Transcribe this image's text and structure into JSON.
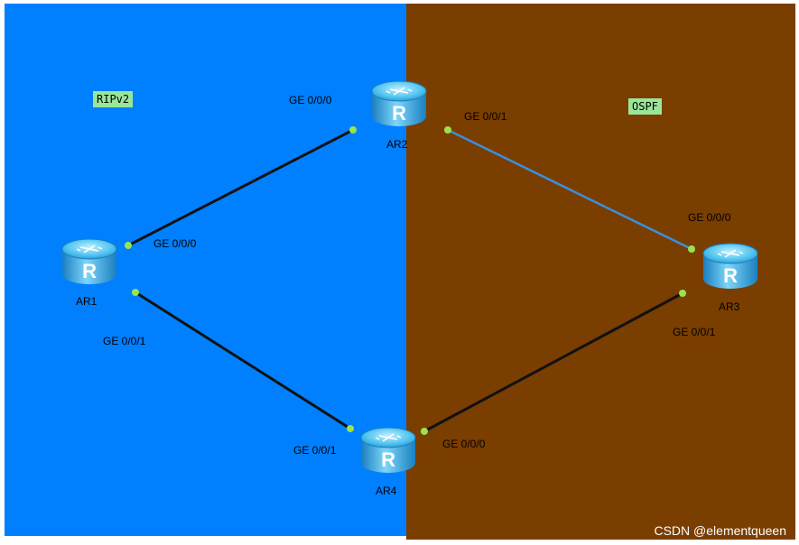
{
  "zones": {
    "left": {
      "label": "RIPv2",
      "color": "#0080FF"
    },
    "right": {
      "label": "OSPF",
      "color": "#7A3E00"
    }
  },
  "routers": {
    "ar1": {
      "name": "AR1",
      "icon": "router-icon"
    },
    "ar2": {
      "name": "AR2",
      "icon": "router-icon"
    },
    "ar3": {
      "name": "AR3",
      "icon": "router-icon"
    },
    "ar4": {
      "name": "AR4",
      "icon": "router-icon"
    }
  },
  "links": [
    {
      "from": "AR1",
      "to": "AR2",
      "from_port": "GE 0/0/0",
      "to_port": "GE 0/0/0",
      "color": "#111111"
    },
    {
      "from": "AR2",
      "to": "AR3",
      "from_port": "GE 0/0/1",
      "to_port": "GE 0/0/0",
      "color": "#3A8FE0"
    },
    {
      "from": "AR1",
      "to": "AR4",
      "from_port": "GE 0/0/1",
      "to_port": "GE 0/0/1",
      "color": "#111111"
    },
    {
      "from": "AR4",
      "to": "AR3",
      "from_port": "GE 0/0/0",
      "to_port": "GE 0/0/1",
      "color": "#111111"
    }
  ],
  "watermark": "CSDN @elementqueen"
}
